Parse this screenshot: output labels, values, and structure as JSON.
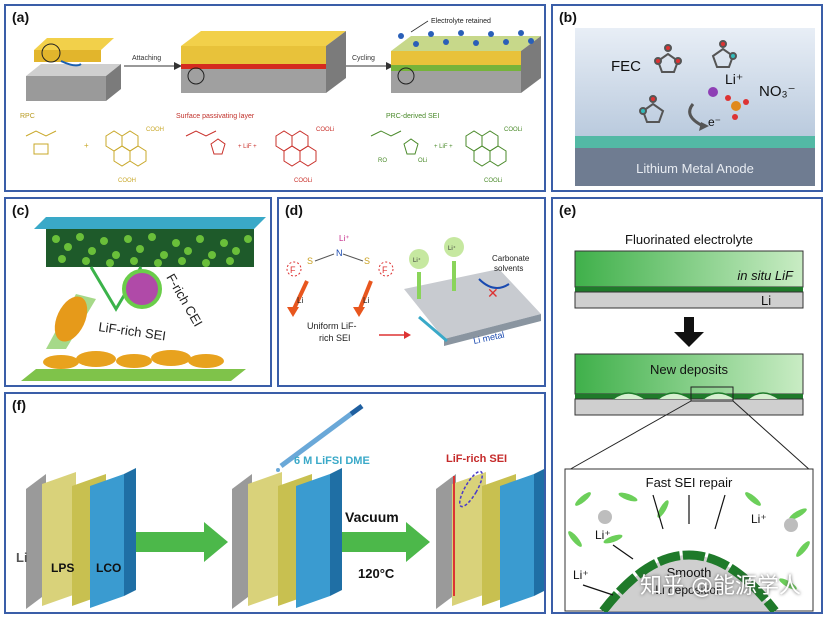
{
  "panels": {
    "a": {
      "label": "(a)",
      "electrolyte_retained": "Electrolyte retained",
      "attaching": "Attaching",
      "cycling": "Cycling",
      "rpc": "RPC",
      "surface_layer": "Surface passivating layer",
      "prc_sei": "PRC-derived SEI",
      "cooh1": "COOH",
      "cooh2": "COOH",
      "cooli1": "COOLi",
      "cooli2": "COOLi",
      "cooli3": "COOLi",
      "cooli4": "COOLi",
      "lif1": "+ LiF +",
      "lif2": "+ LiF +",
      "plus1": "+",
      "oli": "OLi",
      "ro": "RO"
    },
    "b": {
      "label": "(b)",
      "fec": "FEC",
      "li_plus": "Li⁺",
      "no3": "NO₃⁻",
      "e_minus": "e⁻",
      "anode": "Lithium Metal Anode"
    },
    "c": {
      "label": "(c)",
      "cei": "F-rich CEI",
      "sei": "LiF-rich SEI"
    },
    "d": {
      "label": "(d)",
      "li_plus": "Li⁺",
      "n": "N",
      "s1": "S",
      "s2": "S",
      "f1": "F",
      "f2": "F",
      "li1": "Li",
      "li2": "Li",
      "uniform": "Uniform LiF-",
      "uniform2": "rich SEI",
      "li_ion1": "Li⁺",
      "li_ion2": "Li⁺",
      "carbonate": "Carbonate",
      "solvents": "solvents",
      "li_metal": "Li metal"
    },
    "e": {
      "label": "(e)",
      "title": "Fluorinated electrolyte",
      "insitu": "in situ LiF",
      "li": "Li",
      "new_deposits": "New deposits",
      "fast_repair": "Fast SEI repair",
      "li_p1": "Li⁺",
      "li_p2": "Li⁺",
      "li_p3": "Li⁺",
      "smooth": "Smooth",
      "li_deposition": "Li deposition"
    },
    "f": {
      "label": "(f)",
      "electrolyte": "6 M LiFSI DME",
      "lif_sei": "LiF-rich SEI",
      "li": "Li",
      "lps": "LPS",
      "lco": "LCO",
      "vacuum": "Vacuum",
      "temp": "120°C"
    }
  },
  "watermark": "知乎 @能源学人",
  "colors": {
    "border": "#3a5ea8",
    "green": "#2e9b2e",
    "teal": "#3aa9c8",
    "yellow": "#f0d24a",
    "red": "#d62a2a"
  }
}
